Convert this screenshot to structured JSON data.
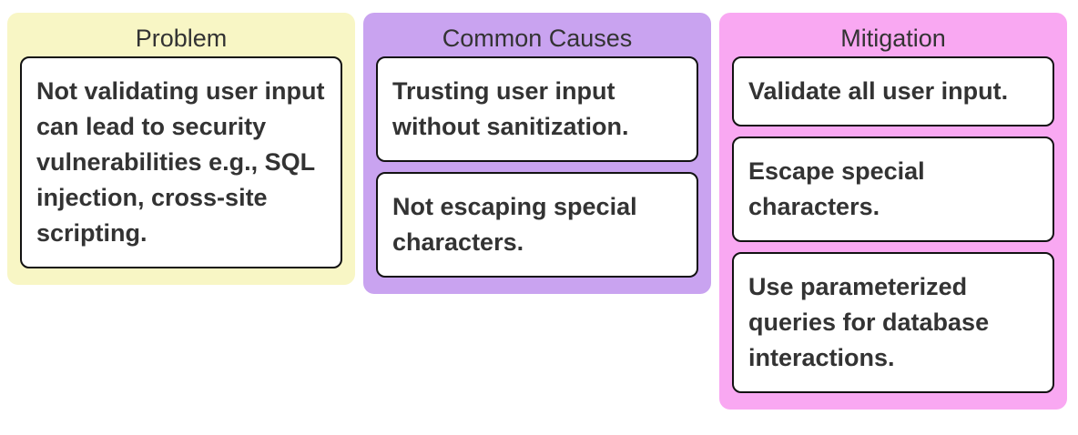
{
  "colors": {
    "page_background": "#FFFFFF",
    "card_background": "#FFFFFF",
    "card_border": "#121212",
    "text": "#333333"
  },
  "columns": [
    {
      "title": "Problem",
      "color": "#F8F6C5",
      "cards": [
        "Not validating user input can lead to security vulnerabilities e.g., SQL injection, cross-site scripting."
      ]
    },
    {
      "title": "Common Causes",
      "color": "#C9A3F0",
      "cards": [
        "Trusting user input without sanitization.",
        "Not escaping special characters."
      ]
    },
    {
      "title": "Mitigation",
      "color": "#F9A8F2",
      "cards": [
        "Validate all user input.",
        "Escape special characters.",
        "Use parameterized queries for database interactions."
      ]
    }
  ]
}
